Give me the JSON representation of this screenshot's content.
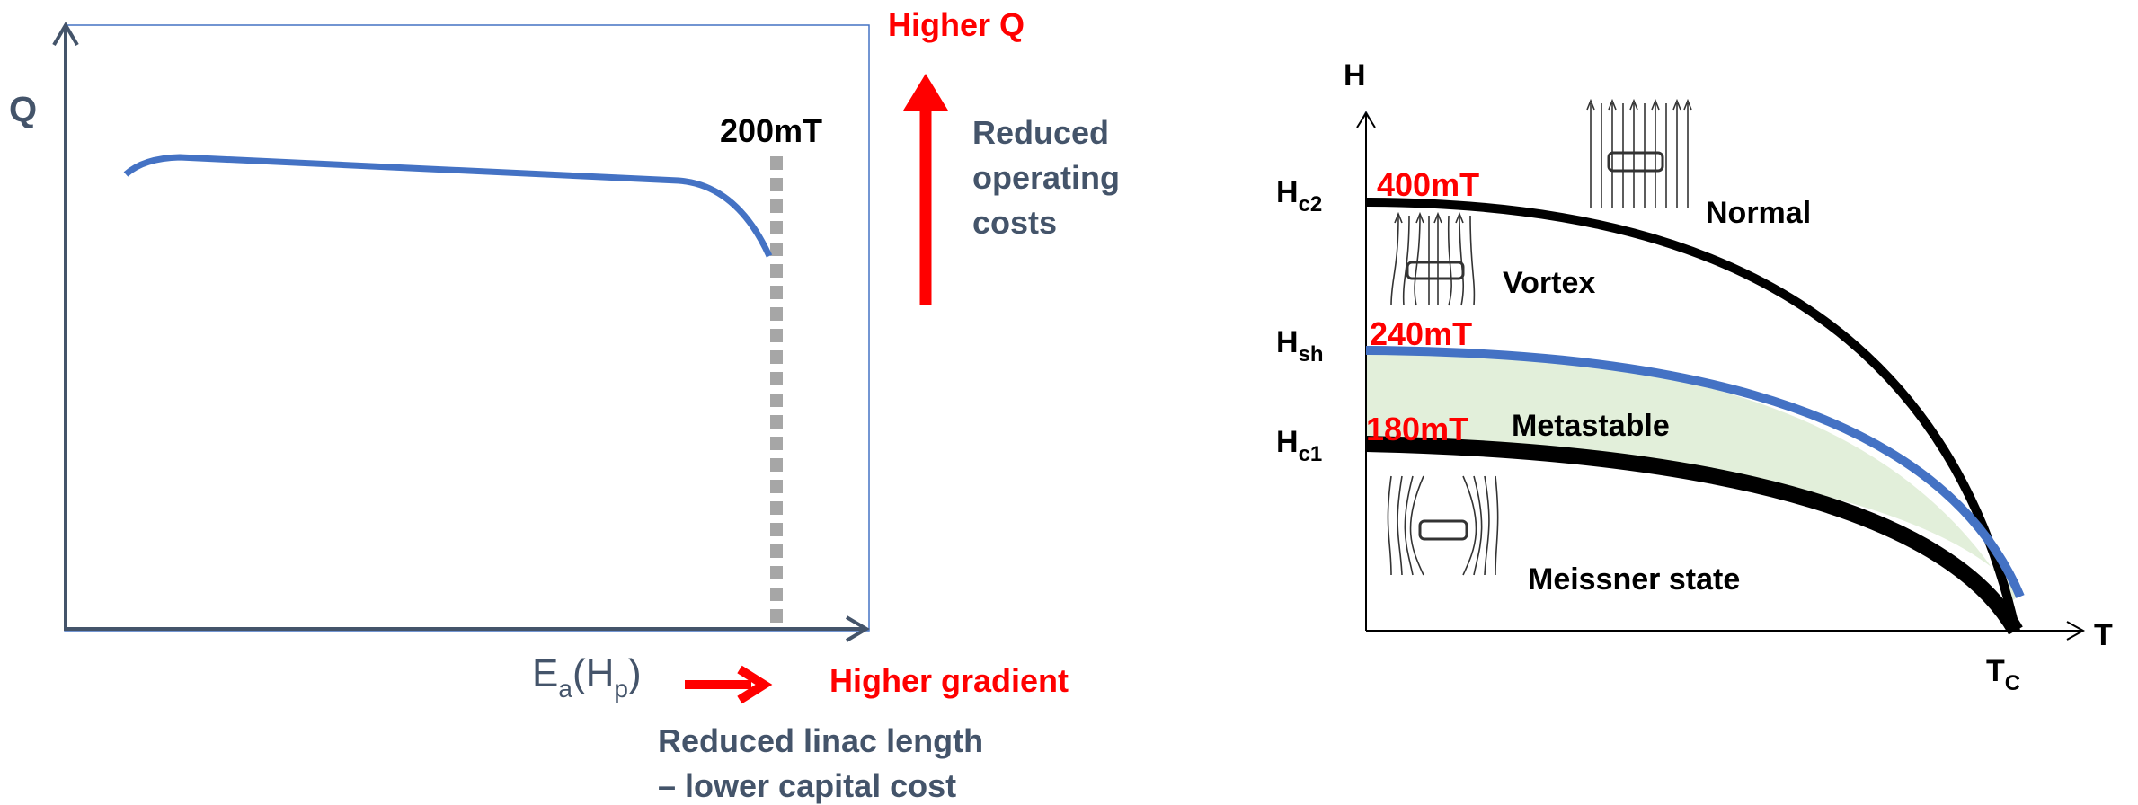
{
  "left_panel": {
    "y_axis_label": "Q",
    "x_axis_label": {
      "main": "E",
      "sub_a": "a",
      "paren_open": "(H",
      "sub_p": "p",
      "paren_close": ")"
    },
    "marker_label": "200mT",
    "higher_q": "Higher Q",
    "reduced_operating": [
      "Reduced",
      "operating",
      "costs"
    ],
    "higher_gradient": "Higher gradient",
    "reduced_linac": [
      "Reduced linac length",
      "– lower capital cost"
    ],
    "colors": {
      "curve": "#4472C4",
      "arrow": "#FF0000",
      "axis": "#44546A",
      "marker": "#A6A6A6",
      "frame": "#4472C4",
      "muted_text": "#44546A"
    }
  },
  "right_panel": {
    "y_axis_label": "H",
    "x_axis_label": "T",
    "tc_label": {
      "main": "T",
      "sub": "C"
    },
    "levels": [
      {
        "main": "H",
        "sub": "c2",
        "value": "400mT"
      },
      {
        "main": "H",
        "sub": "sh",
        "value": "240mT"
      },
      {
        "main": "H",
        "sub": "c1",
        "value": "180mT"
      }
    ],
    "regions": {
      "normal": "Normal",
      "vortex": "Vortex",
      "metastable": "Metastable",
      "meissner": "Meissner state"
    },
    "colors": {
      "hc2": "#000000",
      "hsh": "#4472C4",
      "hc1": "#000000",
      "metastable_fill": "#E2EFDA",
      "value_text": "#FF0000"
    }
  }
}
